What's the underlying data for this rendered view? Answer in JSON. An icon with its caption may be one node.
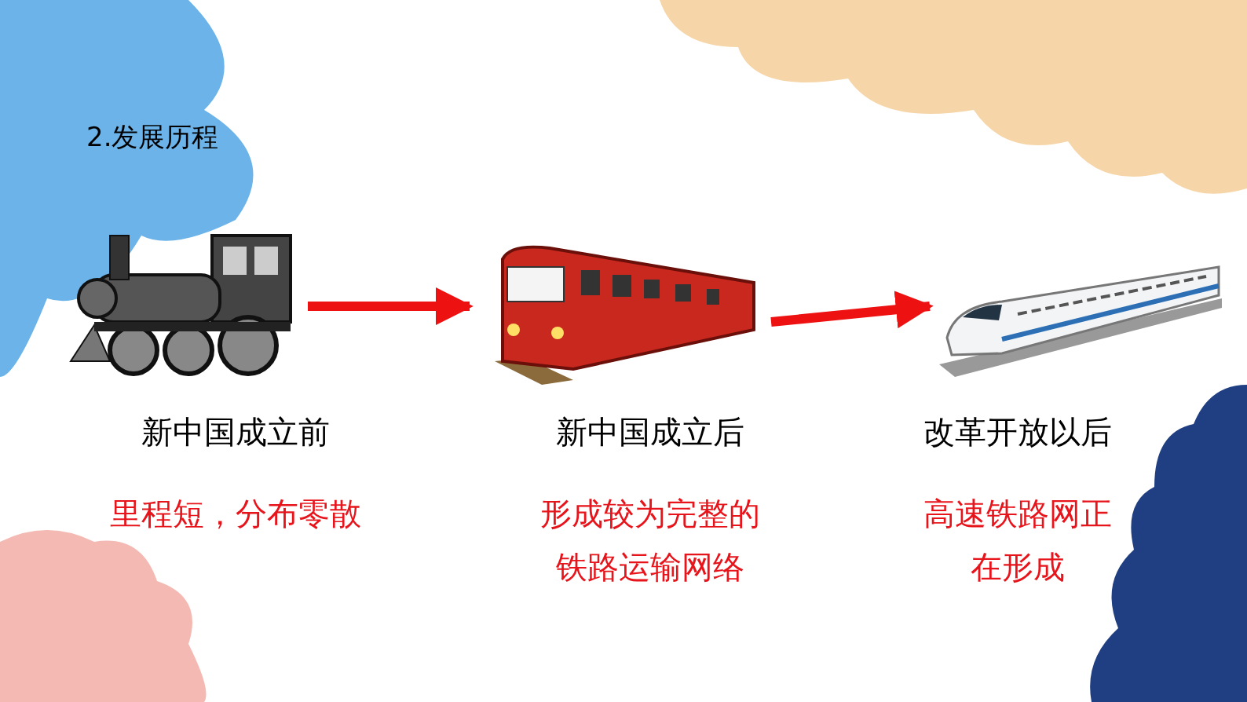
{
  "diagram": {
    "title": "2.发展历程",
    "nodes": [
      {
        "text": [],
        "shape": "picture",
        "beside": [
          "新中国成立前",
          "里程短，分布零散"
        ]
      },
      {
        "text": [],
        "shape": "picture",
        "beside": [
          "新中国成立后",
          "形成较为完整的铁路运输网络"
        ]
      },
      {
        "text": [],
        "shape": "picture",
        "beside": [
          "改革开放以后",
          "高速铁路网正在形成"
        ]
      }
    ],
    "edges": [
      {
        "from": 0,
        "to": 1,
        "arrow": "to"
      },
      {
        "from": 1,
        "to": 2,
        "arrow": "to"
      }
    ]
  }
}
